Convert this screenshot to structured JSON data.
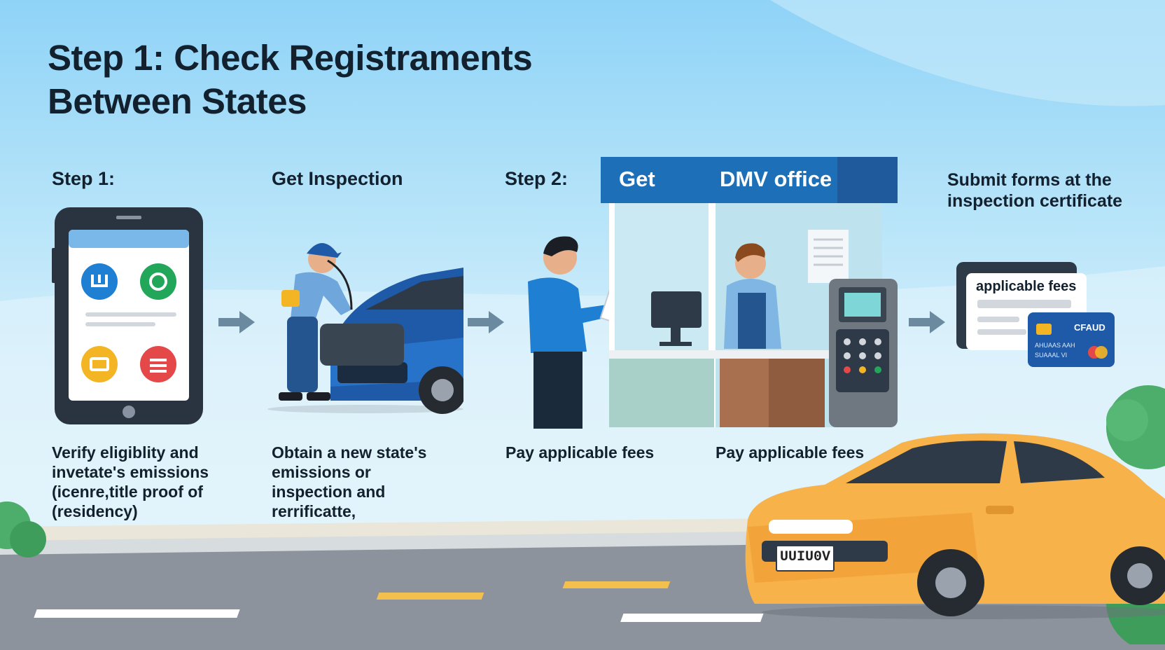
{
  "title": {
    "line1": "Step 1: Check Registraments",
    "line2": "Between States"
  },
  "steps": [
    {
      "label": "Step 1:",
      "desc": [
        "Verify eligiblity and",
        "invetate's emissions",
        "(icenre,title proof of",
        "(residency)"
      ]
    },
    {
      "label": "Get Inspection",
      "desc": [
        "Obtain a new state's",
        "emissions or",
        "inspection and",
        "rerrificatte,"
      ]
    },
    {
      "label": "Step 2:",
      "desc": [
        "Pay applicable fees"
      ]
    },
    {
      "label": "",
      "desc": [
        "Pay applicable fees"
      ]
    },
    {
      "label_lines": [
        "Submit forms at the",
        "inspection certificate"
      ],
      "desc": []
    }
  ],
  "office_sign": {
    "left": "Get",
    "right": "DMV office"
  },
  "fee_card": {
    "paper_label": "applicable fees",
    "card_brand": "CFAUD",
    "card_line1": "AHUAAS AAH",
    "card_line2": "SUAAAL VI"
  },
  "car_plate": "UUIU0V",
  "icons": [
    "phone-icon",
    "mechanic-illustration",
    "customer-illustration",
    "dmv-counter-illustration",
    "payment-terminal-icon",
    "credit-card-icon",
    "taxi-car-illustration",
    "arrow-right-icon"
  ],
  "colors": {
    "title": "#13202e",
    "sign_blue": "#1d6fb8",
    "arrow": "#6b8aa0",
    "taxi": "#f7b24a",
    "road": "#8d939c"
  }
}
